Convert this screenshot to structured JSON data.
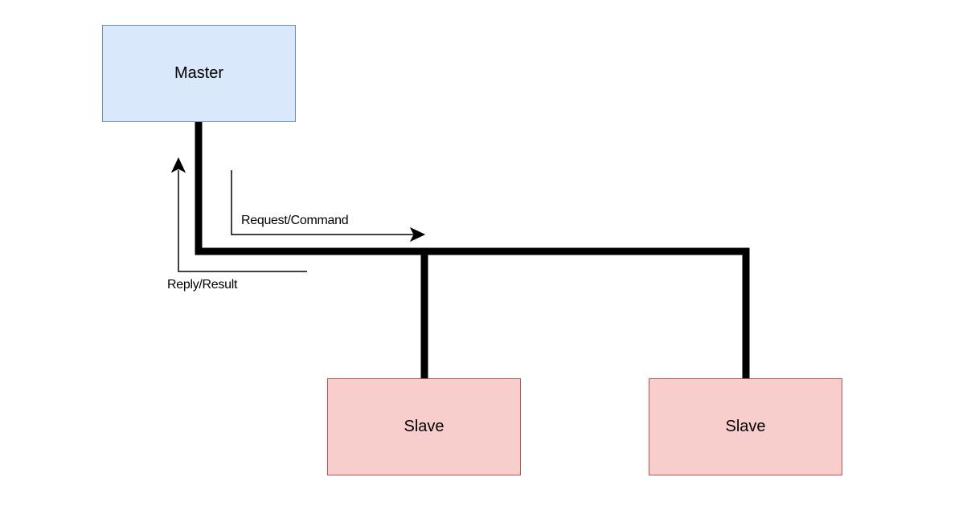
{
  "nodes": {
    "master": {
      "label": "Master",
      "fill": "#dae8fc",
      "stroke": "#6c8ebf"
    },
    "slave_1": {
      "label": "Slave",
      "fill": "#f8cecc",
      "stroke": "#b85450"
    },
    "slave_2": {
      "label": "Slave",
      "fill": "#f8cecc",
      "stroke": "#b85450"
    }
  },
  "edges": [
    {
      "from": "master",
      "to": "bus",
      "style": "thick"
    },
    {
      "from": "bus",
      "to": "slave_1",
      "style": "thick"
    },
    {
      "from": "bus",
      "to": "slave_2",
      "style": "thick"
    }
  ],
  "annotations": {
    "request": {
      "label": "Request/Command",
      "direction": "master-to-slaves"
    },
    "reply": {
      "label": "Reply/Result",
      "direction": "slaves-to-master"
    }
  }
}
